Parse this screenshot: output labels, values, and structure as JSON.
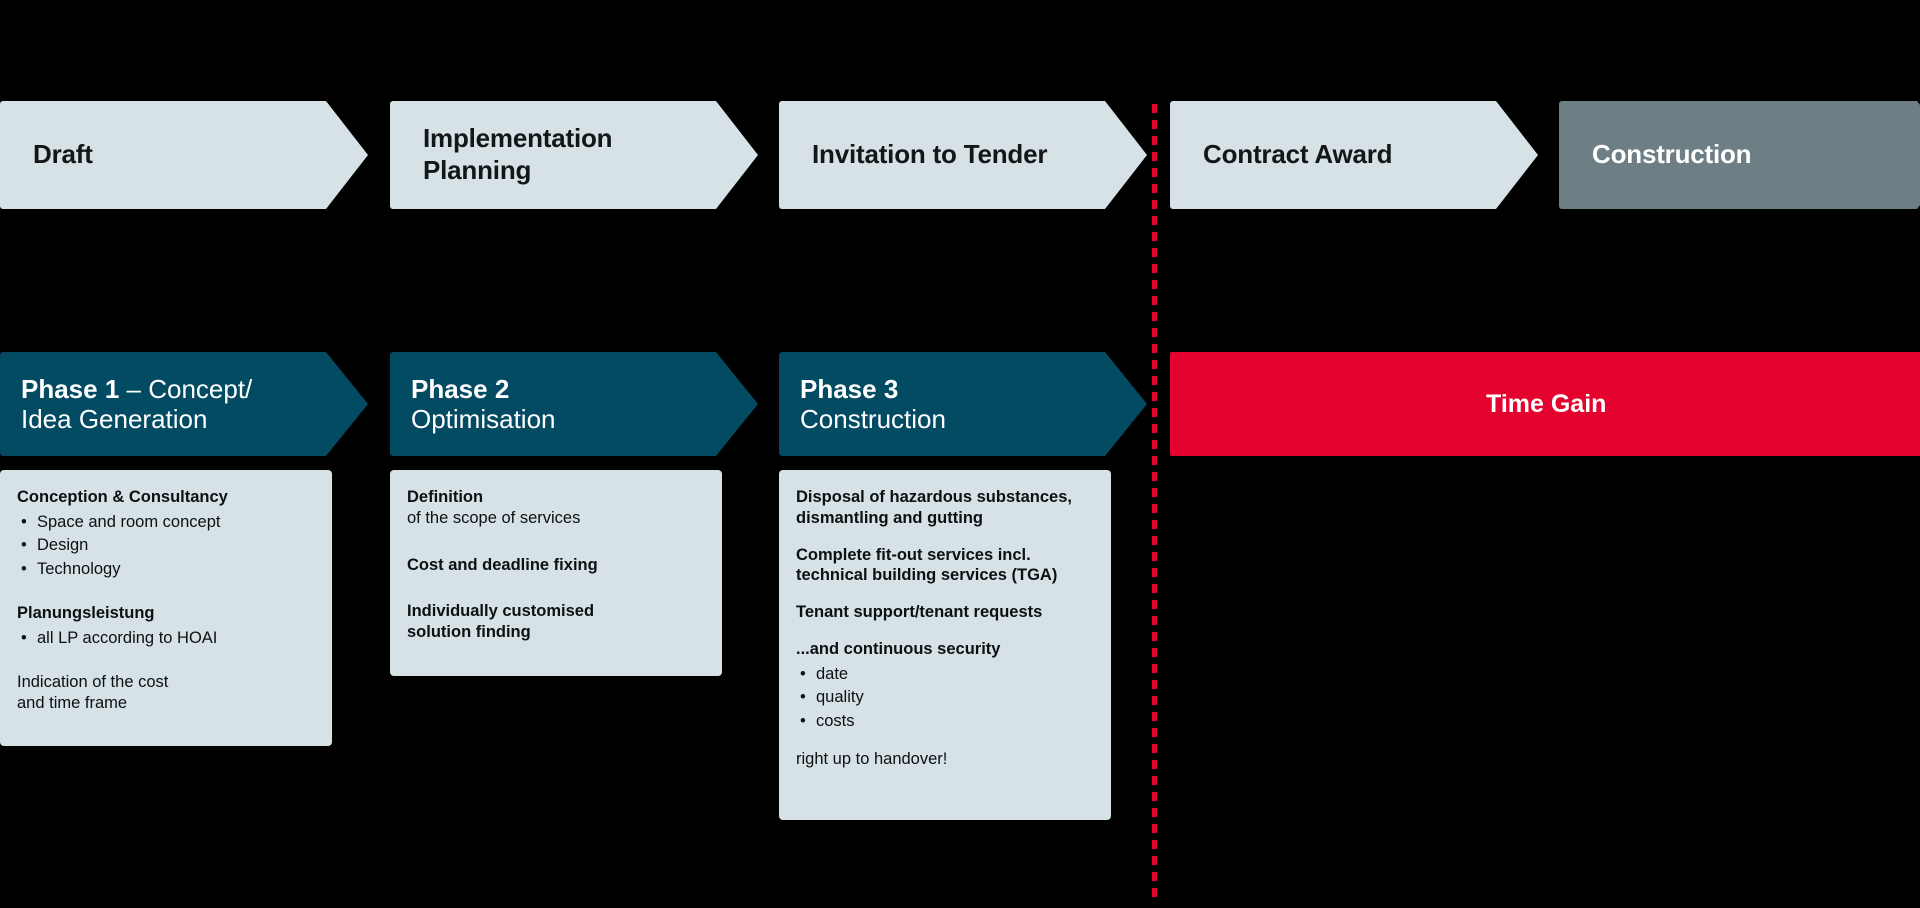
{
  "diagram": {
    "title": "Project phase timeline with time gain",
    "colors": {
      "background": "#000000",
      "chevron_light": "#d6e2e6",
      "chevron_grey": "#6d7f85",
      "phase_bar": "#034a63",
      "time_gain": "#e4032e",
      "divider": "#e4032e",
      "text_dark": "#0c1112",
      "text_light": "#ffffff"
    }
  },
  "process_steps": [
    {
      "label": "Draft",
      "style": "light"
    },
    {
      "label": "Implementation\nPlanning",
      "style": "light"
    },
    {
      "label": "Invitation to Tender",
      "style": "light"
    },
    {
      "label": "Contract Award",
      "style": "light"
    },
    {
      "label": "Construction",
      "style": "grey"
    }
  ],
  "phases": [
    {
      "number": "Phase 1",
      "separator": " – ",
      "subtitle": "Concept/",
      "subtitle_line2": "Idea Generation"
    },
    {
      "number": "Phase 2",
      "separator": "",
      "subtitle": "",
      "subtitle_line2": "Optimisation"
    },
    {
      "number": "Phase 3",
      "separator": "",
      "subtitle": "",
      "subtitle_line2": "Construction"
    }
  ],
  "time_gain": {
    "label": "Time Gain"
  },
  "details": {
    "phase1": {
      "heading1": "Conception & Consultancy",
      "bullets1": [
        "Space and room concept",
        "Design",
        "Technology"
      ],
      "heading2": "Planungsleistung",
      "bullets2": [
        "all LP according to HOAI"
      ],
      "footer_line1": "Indication of the cost",
      "footer_line2": "and time frame"
    },
    "phase2": {
      "heading1": "Definition",
      "text1": "of the scope of services",
      "heading2": "Cost and deadline fixing",
      "heading3_line1": "Individually customised",
      "heading3_line2": "solution finding"
    },
    "phase3": {
      "heading1_line1": "Disposal of hazardous substances,",
      "heading1_line2": "dismantling and gutting",
      "heading2_line1": "Complete fit-out services incl.",
      "heading2_line2": "technical building services (TGA)",
      "heading3": "Tenant support/tenant requests",
      "heading4": "...and continuous security",
      "bullets": [
        "date",
        "quality",
        "costs"
      ],
      "footer": "right up to handover!"
    }
  }
}
